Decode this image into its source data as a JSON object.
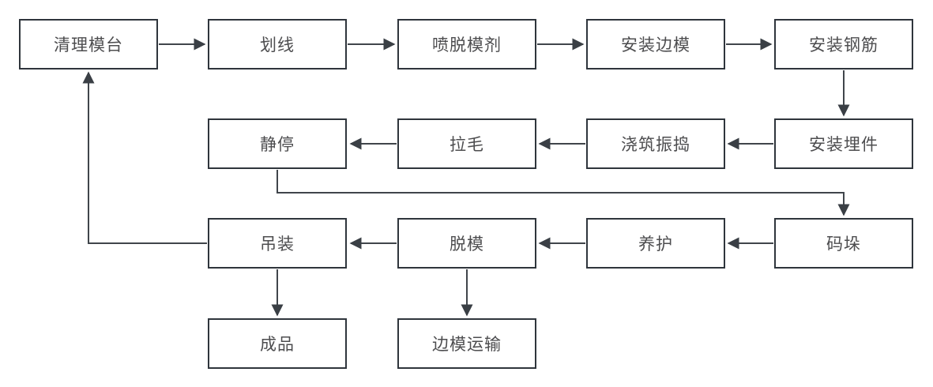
{
  "diagram": {
    "type": "flowchart",
    "background_color": "#ffffff",
    "node_fill_color": "#ffffff",
    "node_border_color": "#2f353c",
    "node_text_color": "#4d4d4f",
    "connector_color": "#40454b",
    "nodes": [
      {
        "id": "clean-mold-table",
        "label": "清理模台"
      },
      {
        "id": "marking",
        "label": "划线"
      },
      {
        "id": "spray-release-agent",
        "label": "喷脱模剂"
      },
      {
        "id": "install-side-forms",
        "label": "安装边模"
      },
      {
        "id": "install-rebar",
        "label": "安装钢筋"
      },
      {
        "id": "install-embedded-parts",
        "label": "安装埋件"
      },
      {
        "id": "pour-and-vibrate",
        "label": "浇筑振捣"
      },
      {
        "id": "surface-roughening",
        "label": "拉毛"
      },
      {
        "id": "static-rest",
        "label": "静停"
      },
      {
        "id": "stacking",
        "label": "码垛"
      },
      {
        "id": "curing",
        "label": "养护"
      },
      {
        "id": "demolding",
        "label": "脱模"
      },
      {
        "id": "hoisting",
        "label": "吊装"
      },
      {
        "id": "finished-product",
        "label": "成品"
      },
      {
        "id": "side-form-transport",
        "label": "边模运输"
      }
    ],
    "edges": [
      {
        "from": "clean-mold-table",
        "to": "marking"
      },
      {
        "from": "marking",
        "to": "spray-release-agent"
      },
      {
        "from": "spray-release-agent",
        "to": "install-side-forms"
      },
      {
        "from": "install-side-forms",
        "to": "install-rebar"
      },
      {
        "from": "install-rebar",
        "to": "install-embedded-parts"
      },
      {
        "from": "install-embedded-parts",
        "to": "pour-and-vibrate"
      },
      {
        "from": "pour-and-vibrate",
        "to": "surface-roughening"
      },
      {
        "from": "surface-roughening",
        "to": "static-rest"
      },
      {
        "from": "static-rest",
        "to": "stacking"
      },
      {
        "from": "stacking",
        "to": "curing"
      },
      {
        "from": "curing",
        "to": "demolding"
      },
      {
        "from": "demolding",
        "to": "hoisting"
      },
      {
        "from": "hoisting",
        "to": "clean-mold-table"
      },
      {
        "from": "hoisting",
        "to": "finished-product"
      },
      {
        "from": "demolding",
        "to": "side-form-transport"
      }
    ]
  }
}
